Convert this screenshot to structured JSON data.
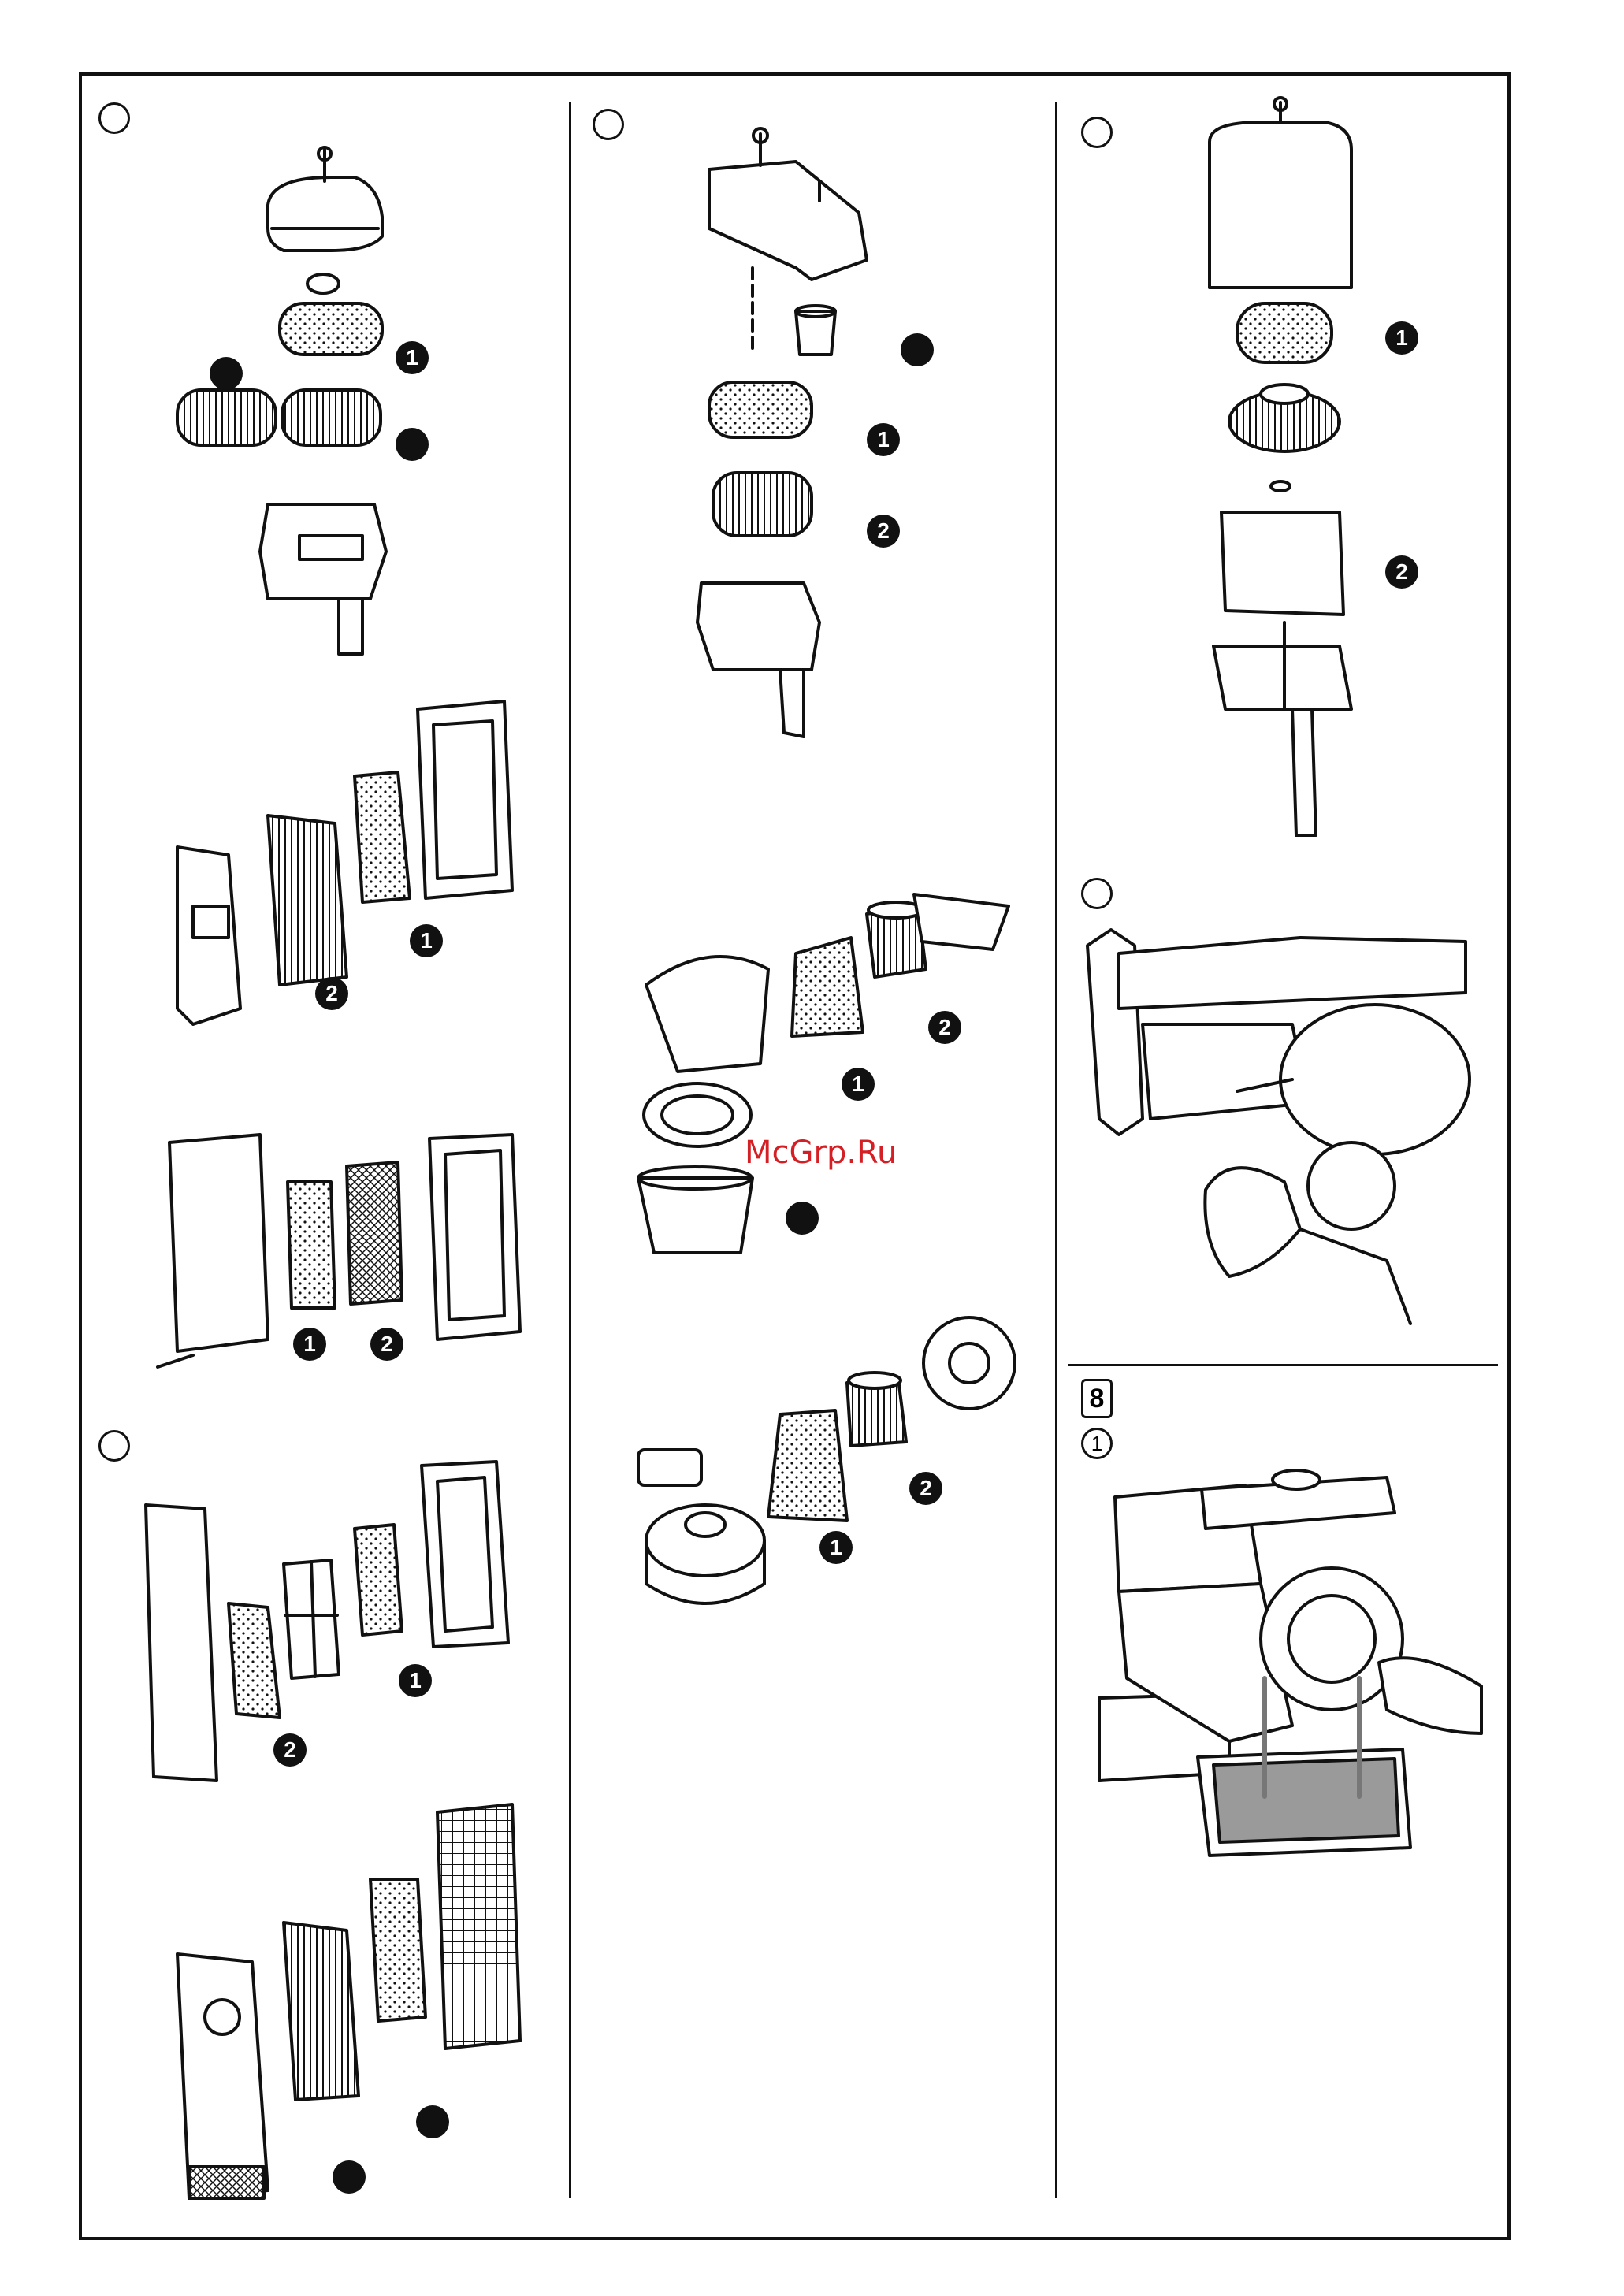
{
  "watermark": {
    "text": "McGrp.Ru",
    "color": "#d41f25"
  },
  "step": {
    "number": "8",
    "sub_label": "1"
  },
  "callouts": {
    "c1": "1",
    "c2": "2",
    "c_blank": ""
  },
  "colors": {
    "ink": "#111111",
    "paper": "#ffffff",
    "oil": "#9a9a9a"
  }
}
